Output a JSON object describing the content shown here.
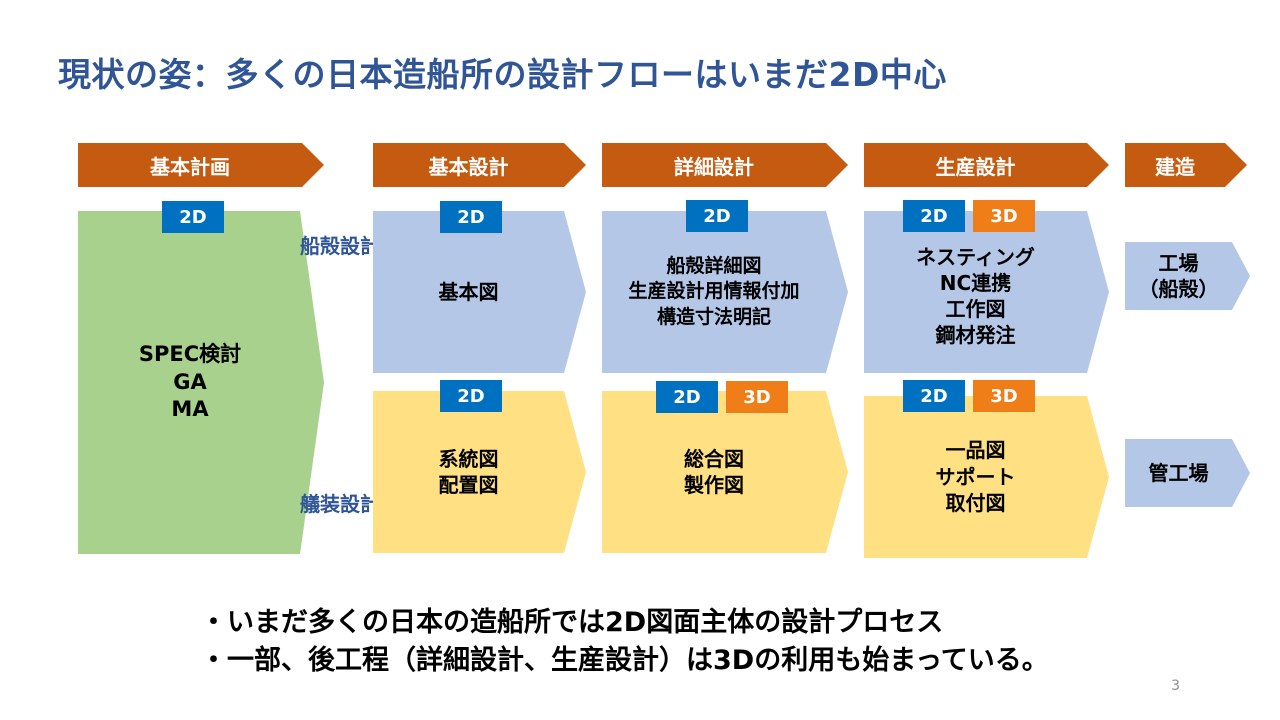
{
  "title": "現状の姿：多くの日本造船所の設計フローはいまだ2D中心",
  "phases": [
    "基本計画",
    "基本設計",
    "詳細設計",
    "生産設計",
    "建造"
  ],
  "lanes": {
    "hull": "船殻設計",
    "outfitting": "艤装設計"
  },
  "boxes": {
    "basic_plan": "SPEC検討\nGA\nMA",
    "basic_hull": "基本図",
    "basic_outfit": "系統図\n配置図",
    "detail_hull": "船殻詳細図\n生産設計用情報付加\n構造寸法明記",
    "detail_outfit": "総合図\n製作図",
    "prod_hull": "ネスティング\nNC連携\n工作図\n鋼材発注",
    "prod_outfit": "一品図\nサポート\n取付図",
    "build_hull": "工場\n（船殻）",
    "build_outfit": "管工場"
  },
  "tags": {
    "d2": "2D",
    "d3": "3D"
  },
  "colors": {
    "phase": "#C55A11",
    "hull": "#B4C7E7",
    "outfit": "#FFE083",
    "plan": "#A9D18E",
    "tag2d": "#0070C0",
    "tag3d": "#F07E18",
    "title": "#2F5597"
  },
  "bullets": [
    "・いまだ多くの日本の造船所では2D図面主体の設計プロセス",
    "・一部、後工程（詳細設計、生産設計）は3Dの利用も始まっている。"
  ],
  "page_number": "3"
}
